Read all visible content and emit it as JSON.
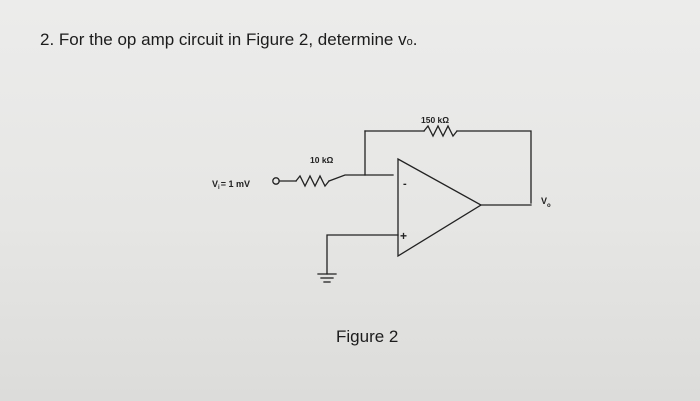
{
  "question": {
    "text": "2. For the op amp circuit in Figure 2, determine ",
    "vo_main": "v",
    "vo_sub": "o",
    "vo_end": "."
  },
  "circuit": {
    "input_label": "V",
    "input_sub": "i",
    "input_value": "= 1 mV",
    "r_in_label": "10 kΩ",
    "r_f_label": "150 kΩ",
    "inverting_sign": "-",
    "noninverting_sign": "+",
    "output_label": "V",
    "output_sub": "o"
  },
  "figure": {
    "caption": "Figure 2"
  },
  "colors": {
    "ink": "#222222",
    "paper": "#e8e8e6"
  }
}
